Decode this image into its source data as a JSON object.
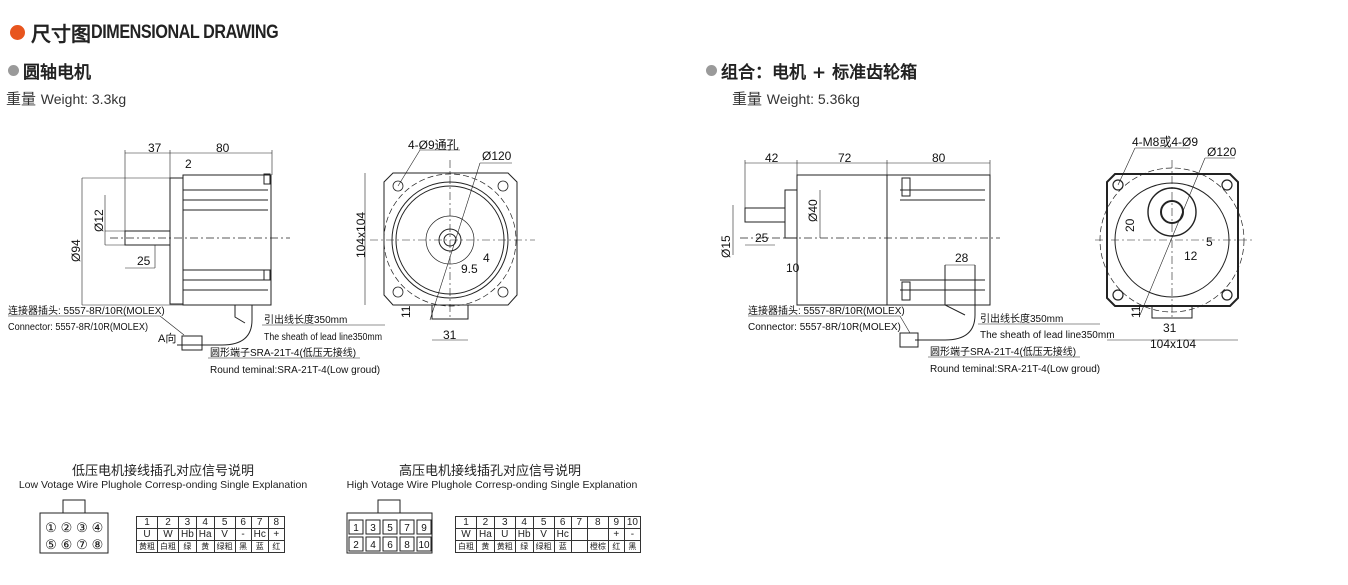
{
  "header": {
    "title_cn": "尺寸图",
    "title_en": "DIMENSIONAL DRAWING",
    "accent": "#e8551e"
  },
  "left": {
    "title": "圆轴电机",
    "weight_cn": "重量",
    "weight_en": "Weight: 3.3kg",
    "side": {
      "d37": "37",
      "d80": "80",
      "d2": "2",
      "dia94": "Ø94",
      "dia12": "Ø12",
      "d25": "25"
    },
    "front": {
      "holes": "4-Ø9通孔",
      "dia120": "Ø120",
      "square": "104x104",
      "d95": "9.5",
      "d4": "4",
      "d11": "11",
      "d31": "31"
    },
    "callouts": {
      "conn_cn": "连接器插头: 5557-8R/10R(MOLEX)",
      "conn_en": "Connector: 5557-8R/10R(MOLEX)",
      "a_dir": "A向",
      "lead_cn": "引出线长度350mm",
      "lead_en": "The sheath of lead line350mm",
      "term_cn": "圆形端子SRA-21T-4(低压无接线)",
      "term_en": "Round teminal:SRA-21T-4(Low groud)"
    }
  },
  "right": {
    "title": "组合：电机 + 标准齿轮箱",
    "weight_cn": "重量",
    "weight_en": "Weight: 5.36kg",
    "side": {
      "d42": "42",
      "d72": "72",
      "d80": "80",
      "dia15": "Ø15",
      "dia40": "Ø40",
      "d25": "25",
      "d10": "10",
      "d28": "28"
    },
    "front": {
      "holes": "4-M8或4-Ø9",
      "dia120": "Ø120",
      "d20": "20",
      "d5": "5",
      "d12": "12",
      "d11": "11",
      "d31": "31",
      "square": "104x104"
    },
    "callouts": {
      "conn_cn": "连接器插头: 5557-8R/10R(MOLEX)",
      "conn_en": "Connector: 5557-8R/10R(MOLEX)",
      "lead_cn": "引出线长度350mm",
      "lead_en": "The sheath of lead line350mm",
      "term_cn": "圆形端子SRA-21T-4(低压无接线)",
      "term_en": "Round teminal:SRA-21T-4(Low groud)"
    }
  },
  "low_voltage": {
    "title_cn": "低压电机接线插孔对应信号说明",
    "title_en": "Low Votage Wire Plughole Corresp-onding Single Explanation",
    "plug_top": [
      "①",
      "②",
      "③",
      "④"
    ],
    "plug_bottom": [
      "⑤",
      "⑥",
      "⑦",
      "⑧"
    ],
    "pins": [
      "1",
      "2",
      "3",
      "4",
      "5",
      "6",
      "7",
      "8"
    ],
    "signals": [
      "U",
      "W",
      "Hb",
      "Ha",
      "V",
      "-",
      "Hc",
      "+"
    ],
    "colors": [
      "黄粗",
      "白粗",
      "绿",
      "黄",
      "绿粗",
      "黑",
      "蓝",
      "红"
    ]
  },
  "high_voltage": {
    "title_cn": "高压电机接线插孔对应信号说明",
    "title_en": "High Votage Wire Plughole Corresp-onding Single Explanation",
    "plug_top": [
      "1",
      "3",
      "5",
      "7",
      "9"
    ],
    "plug_bottom": [
      "2",
      "4",
      "6",
      "8",
      "10"
    ],
    "pins": [
      "1",
      "2",
      "3",
      "4",
      "5",
      "6",
      "7",
      "8",
      "9",
      "10"
    ],
    "signals": [
      "W",
      "Ha",
      "U",
      "Hb",
      "V",
      "Hc",
      "",
      "",
      "+",
      "-"
    ],
    "colors": [
      "白粗",
      "黄",
      "黄粗",
      "绿",
      "绿粗",
      "蓝",
      "",
      "橙棕",
      "红",
      "黑"
    ]
  }
}
